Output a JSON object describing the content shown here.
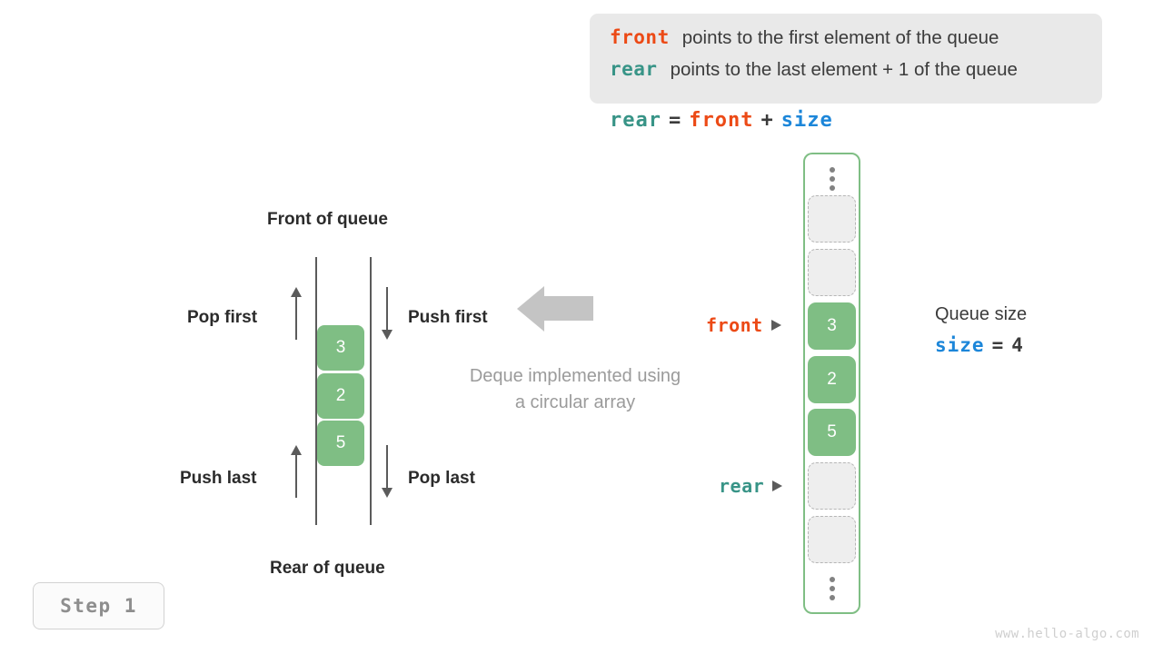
{
  "legend": {
    "lines": [
      {
        "var": "front",
        "var_color": "#ec4a16",
        "desc": "points to the first element of the queue"
      },
      {
        "var": "rear",
        "var_color": "#389487",
        "desc": "points to the last element + 1 of the queue"
      }
    ]
  },
  "formula": {
    "lhs": "rear",
    "eq": "=",
    "rhs1": "front",
    "plus": "+",
    "rhs2": "size"
  },
  "deque": {
    "title_top": "Front of queue",
    "title_bottom": "Rear of queue",
    "cells": [
      "3",
      "2",
      "5"
    ],
    "ops": {
      "pop_first": "Pop first",
      "push_first": "Push first",
      "push_last": "Push last",
      "pop_last": "Pop last"
    },
    "caption_line1": "Deque implemented using",
    "caption_line2": "a circular array"
  },
  "array": {
    "slots": [
      {
        "kind": "dots",
        "value": ""
      },
      {
        "kind": "empty",
        "value": ""
      },
      {
        "kind": "empty",
        "value": ""
      },
      {
        "kind": "filled",
        "value": "3"
      },
      {
        "kind": "filled",
        "value": "2"
      },
      {
        "kind": "filled",
        "value": "5"
      },
      {
        "kind": "empty",
        "value": ""
      },
      {
        "kind": "empty",
        "value": ""
      },
      {
        "kind": "dots",
        "value": ""
      }
    ],
    "pointers": {
      "front": "front",
      "rear": "rear"
    }
  },
  "size_info": {
    "title": "Queue size",
    "var": "size",
    "eq": "=",
    "value": "4"
  },
  "step_badge": "Step 1",
  "watermark": "www.hello-algo.com",
  "colors": {
    "green": "#7fbe84",
    "front": "#ec4a16",
    "rear": "#389487",
    "size": "#1c86d9",
    "gray_arrow": "#c4c4c4",
    "text": "#3b3b3b"
  }
}
